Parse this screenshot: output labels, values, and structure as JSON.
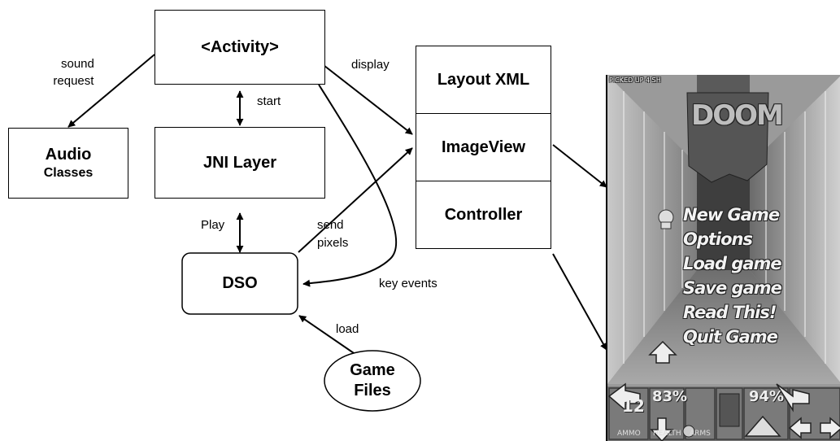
{
  "nodes": {
    "activity": "<Activity>",
    "jni": "JNI Layer",
    "audio_line1": "Audio",
    "audio_line2": "Classes",
    "dso": "DSO",
    "layout_xml": "Layout XML",
    "imageview": "ImageView",
    "controller": "Controller",
    "game_files_line1": "Game",
    "game_files_line2": "Files"
  },
  "edges": {
    "sound_request_line1": "sound",
    "sound_request_line2": "request",
    "start": "start",
    "display": "display",
    "play": "Play",
    "send_pixels_line1": "send",
    "send_pixels_line2": "pixels",
    "key_events": "key events",
    "load": "load"
  },
  "game_screen": {
    "status_message": "PICKED UP 4 SH",
    "logo": "DOOM",
    "menu": [
      "New Game",
      "Options",
      "Load game",
      "Save game",
      "Read This!",
      "Quit Game"
    ],
    "hud": {
      "ammo_value": "12",
      "ammo_label": "AMMO",
      "health_value": "83%",
      "health_label": "HEALTH",
      "arms_label": "ARMS",
      "armor_value": "94%"
    }
  }
}
